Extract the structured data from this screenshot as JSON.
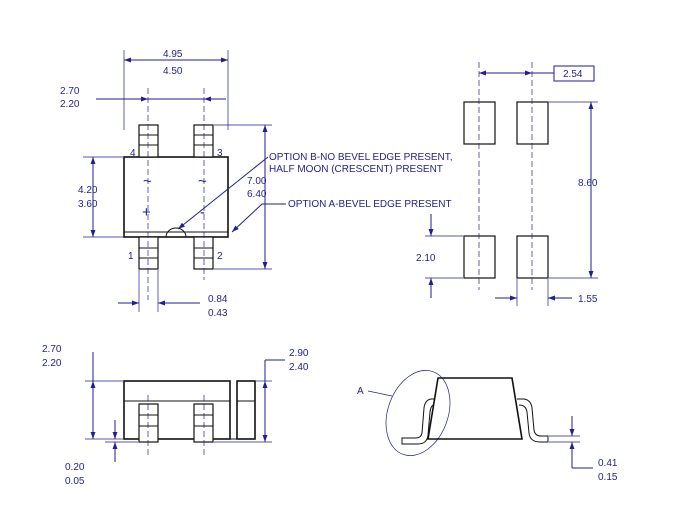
{
  "top_view": {
    "width": {
      "max": "4.95",
      "min": "4.50"
    },
    "lead_span": {
      "max": "2.70",
      "min": "2.20"
    },
    "body_length": {
      "max": "4.20",
      "min": "3.60"
    },
    "overall_length": {
      "max": "7.00",
      "min": "6.40"
    },
    "lead_width": {
      "max": "0.84",
      "min": "0.43"
    },
    "pin_numbers": [
      "4",
      "3",
      "1",
      "2"
    ],
    "symbols": {
      "ac_left": "~",
      "ac_right": "~",
      "plus": "+",
      "minus": "-"
    },
    "note_b_line1": "OPTION B-NO BEVEL EDGE PRESENT,",
    "note_b_line2": "HALF MOON (CRESCENT) PRESENT",
    "note_a": "OPTION A-BEVEL EDGE PRESENT"
  },
  "footprint": {
    "pitch": "2.54",
    "overall": "8.60",
    "pad_length": "2.10",
    "pad_width": "1.55"
  },
  "side_view": {
    "body_height": {
      "max": "2.70",
      "min": "2.20"
    },
    "overall_height": {
      "max": "2.90",
      "min": "2.40"
    },
    "standoff": {
      "max": "0.20",
      "min": "0.05"
    }
  },
  "detail": {
    "label": "A",
    "lead_thickness": {
      "max": "0.41",
      "min": "0.15"
    }
  },
  "colors": {
    "dimension": "#1f1f8f",
    "outline": "#111111"
  }
}
